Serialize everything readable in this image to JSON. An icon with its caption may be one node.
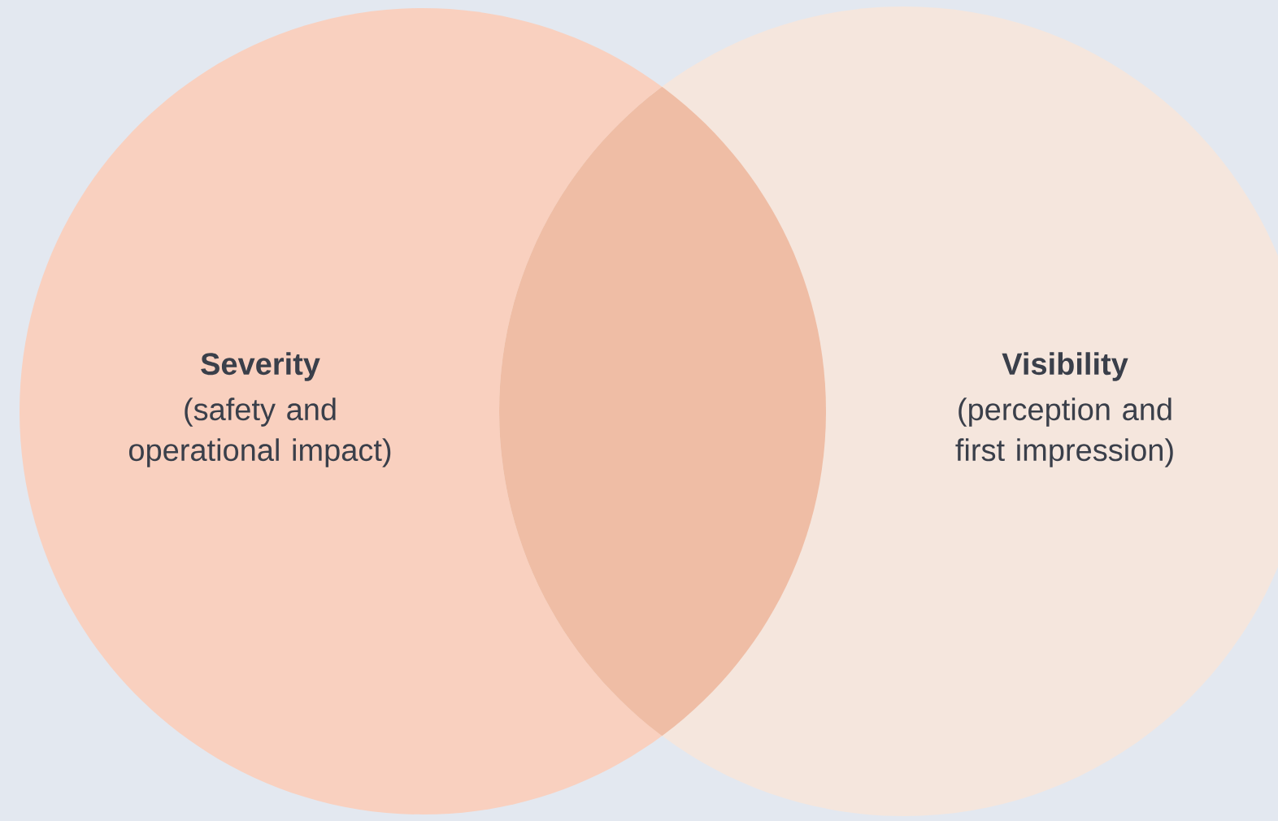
{
  "diagram": {
    "nodes": [
      {
        "text": [
          "Severity",
          "(safety and operational impact)"
        ]
      },
      {
        "text": [
          "Visibility",
          "(perception and first impression)"
        ]
      }
    ]
  }
}
